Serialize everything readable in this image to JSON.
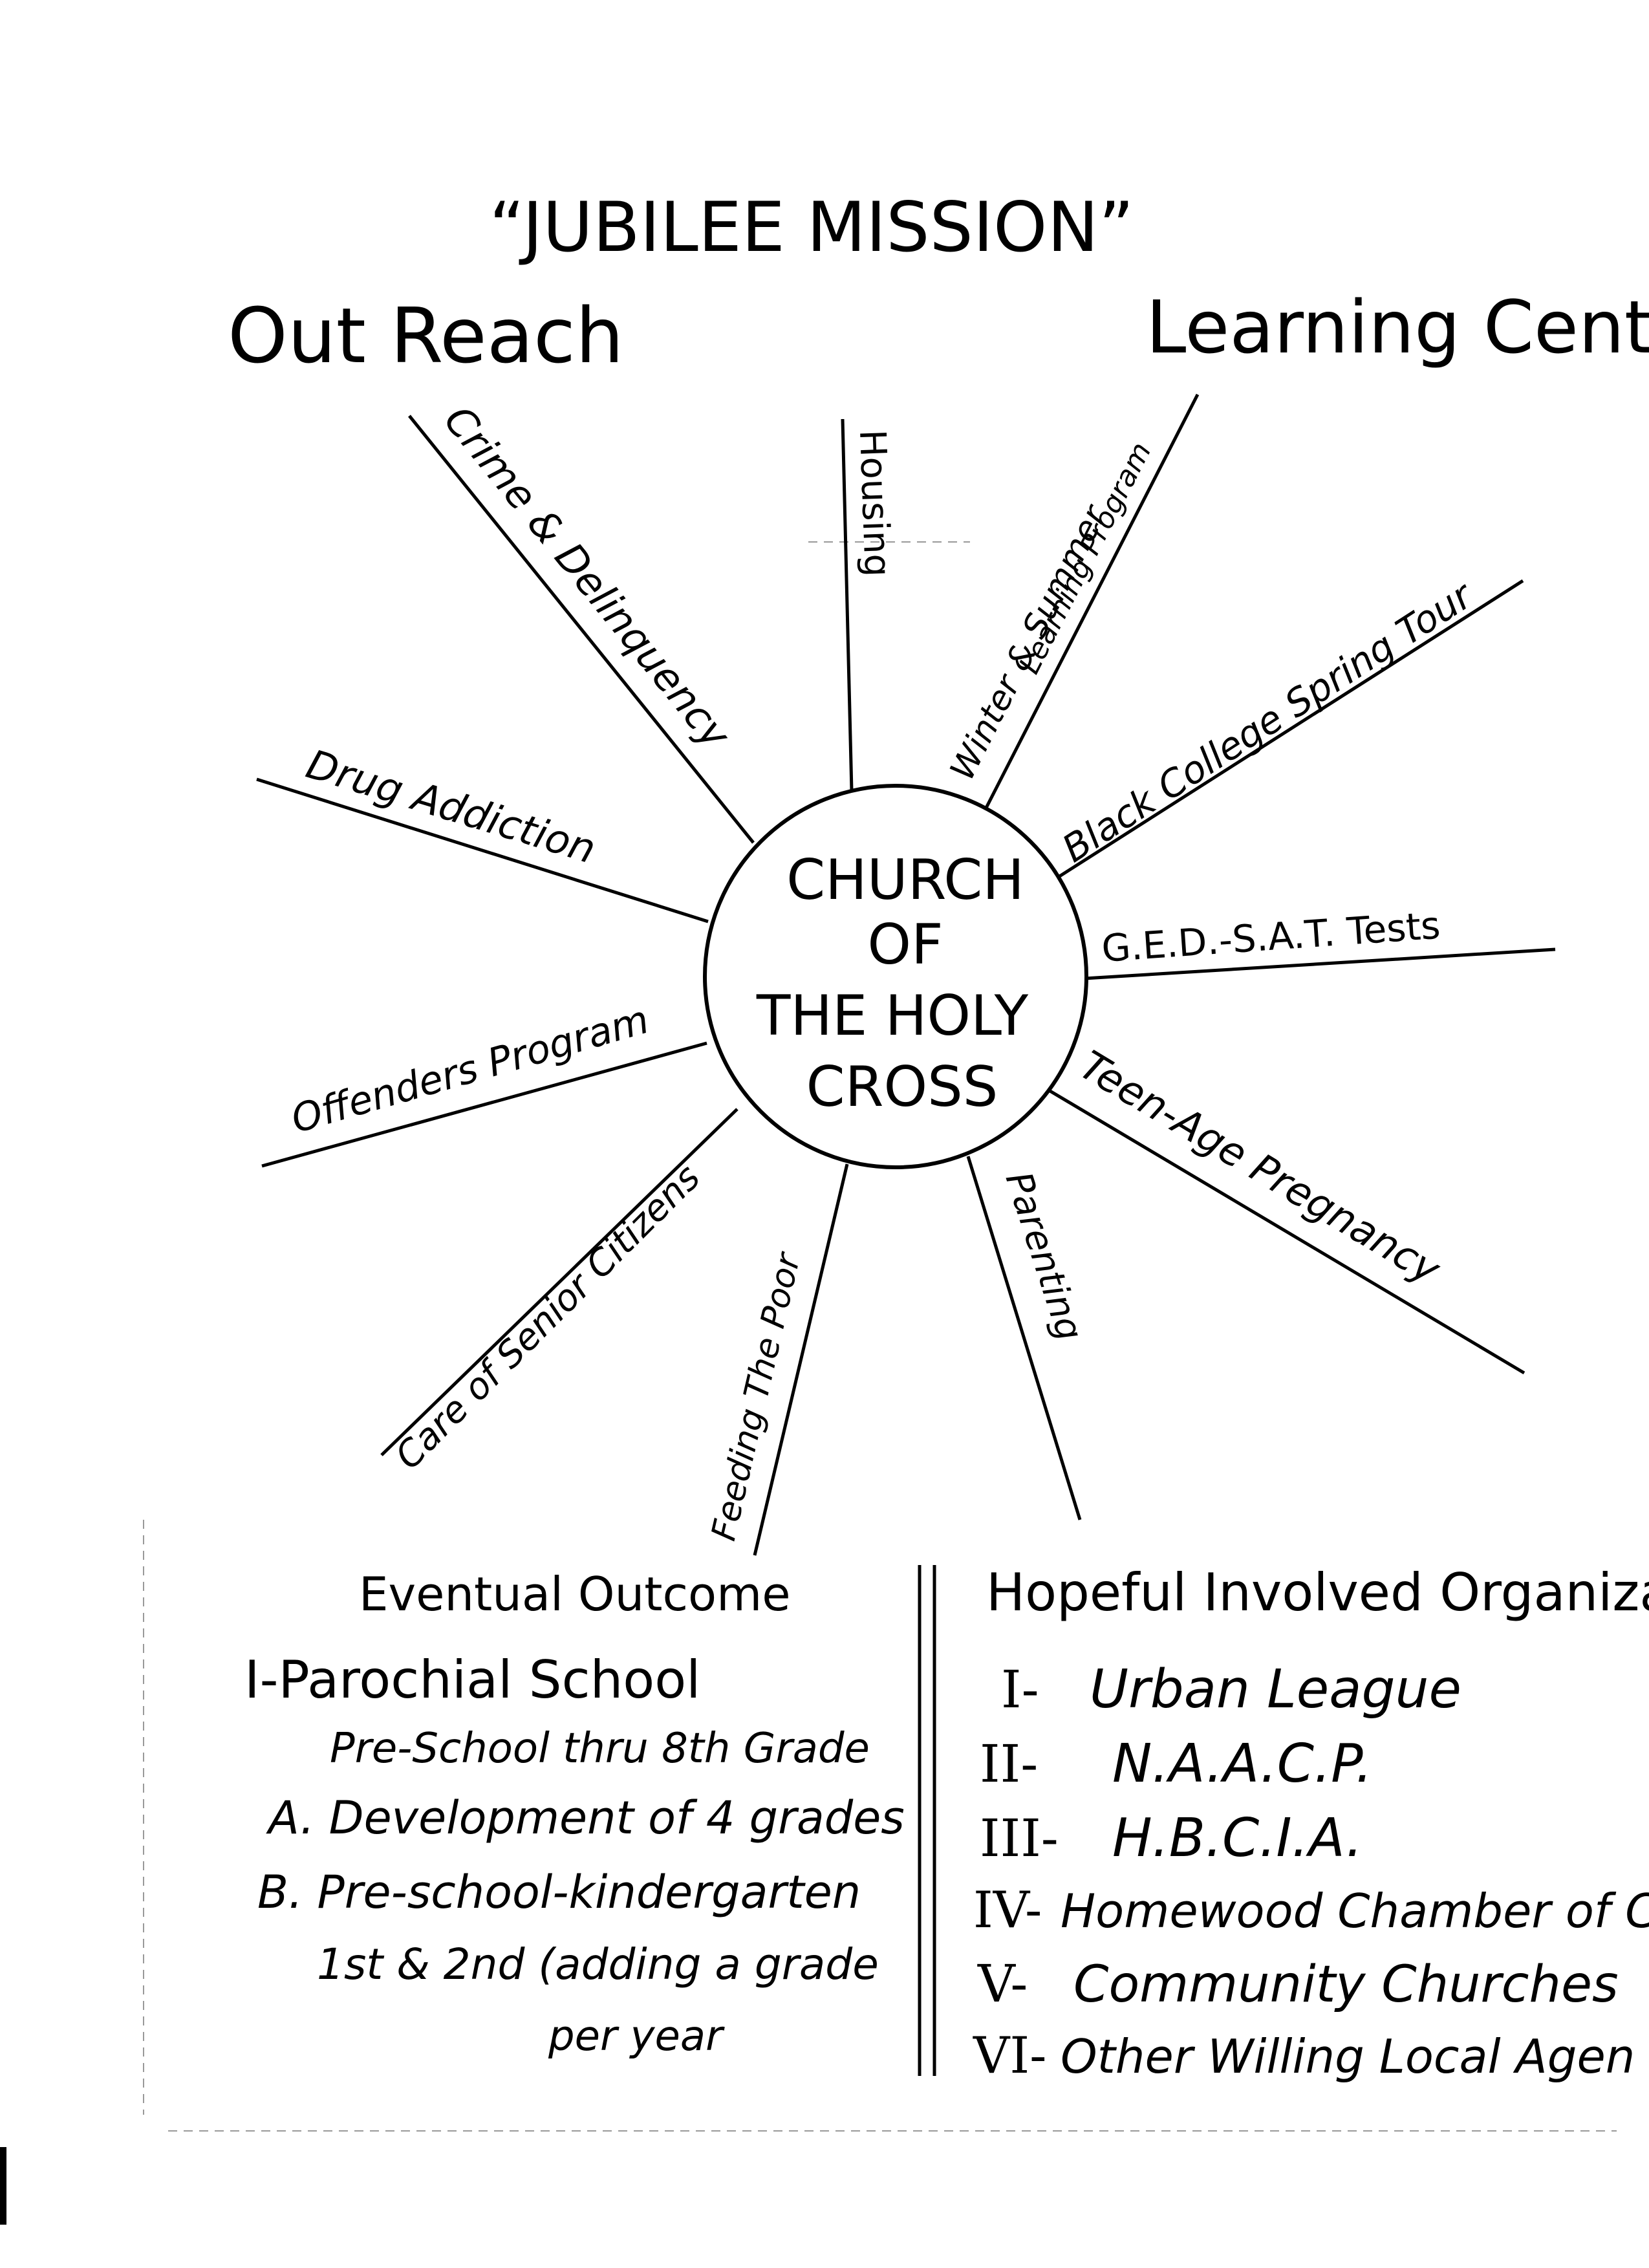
{
  "title": "“JUBILEE MISSION”",
  "left_heading": "Out Reach",
  "right_heading": "Learning Center",
  "hub": {
    "line1": "CHURCH",
    "line2": "OF",
    "line3": "THE HOLY",
    "line4": "CROSS"
  },
  "spokes": {
    "crime": "Crime & Delinquency",
    "housing": "Housing",
    "winter_summer": "Winter & Summer",
    "learning_program": "Learning Program",
    "black_college": "Black College Spring Tour",
    "ged_sat": "G.E.D.-S.A.T. Tests",
    "teen_pregnancy": "Teen-Age Pregnancy",
    "parenting": "Parenting",
    "feeding_poor": "Feeding The Poor",
    "senior_citizens": "Care of Senior Citizens",
    "offenders": "Offenders Program",
    "drug_addiction": "Drug Addiction"
  },
  "outcome": {
    "heading": "Eventual Outcome",
    "item1": "I-Parochial School",
    "item1_sub": "Pre-School thru 8th Grade",
    "item_a": "A. Development of 4 grades",
    "item_b": "B. Pre-school-kindergarten",
    "item_b_cont1": "1st & 2nd (adding a grade",
    "item_b_cont2": "per year"
  },
  "organizations": {
    "heading": "Hopeful Involved Organiza",
    "numerals": [
      "I-",
      "II-",
      "III-",
      "IV-",
      "V-",
      "VI-"
    ],
    "names": [
      "Urban League",
      "N.A.A.C.P.",
      "H.B.C.I.A.",
      "Homewood Chamber of Con",
      "Community Churches",
      "Other Willing Local Agen"
    ]
  }
}
